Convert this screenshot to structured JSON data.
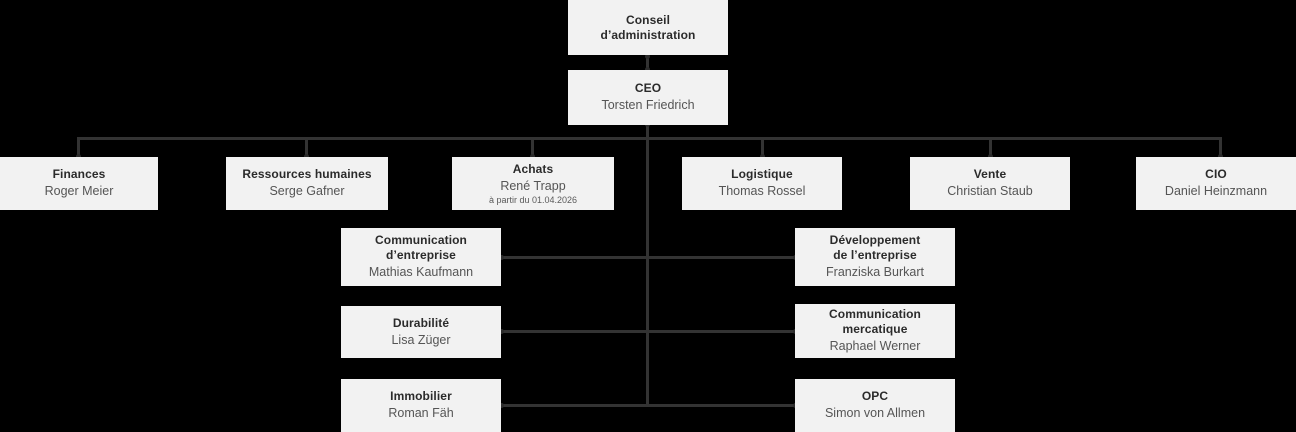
{
  "chart_data": {
    "type": "diagram",
    "diagram_type": "org-chart",
    "title": "",
    "background_color": "#000000",
    "box_color": "#f2f2f2",
    "line_color": "#333333",
    "title_text_color": "#2b2b2b",
    "person_text_color": "#555555",
    "levels": [
      {
        "level": 0,
        "nodes": [
          {
            "id": "board",
            "title": "Conseil d’administration",
            "person": "",
            "note": ""
          }
        ]
      },
      {
        "level": 1,
        "nodes": [
          {
            "id": "ceo",
            "title": "CEO",
            "person": "Torsten Friedrich",
            "note": ""
          }
        ]
      },
      {
        "level": 2,
        "nodes": [
          {
            "id": "finances",
            "title": "Finances",
            "person": "Roger Meier",
            "note": ""
          },
          {
            "id": "rh",
            "title": "Ressources humaines",
            "person": "Serge Gafner",
            "note": ""
          },
          {
            "id": "achats",
            "title": "Achats",
            "person": "René Trapp",
            "note": "à partir du 01.04.2026"
          },
          {
            "id": "logistique",
            "title": "Logistique",
            "person": "Thomas Rossel",
            "note": ""
          },
          {
            "id": "vente",
            "title": "Vente",
            "person": "Christian Staub",
            "note": ""
          },
          {
            "id": "cio",
            "title": "CIO",
            "person": "Daniel Heinzmann",
            "note": ""
          }
        ]
      },
      {
        "level": 3,
        "side": "staff",
        "nodes": [
          {
            "id": "comm-entreprise",
            "title": "Communication d’entreprise",
            "person": "Mathias Kaufmann",
            "note": "",
            "side": "left"
          },
          {
            "id": "dev-entreprise",
            "title": "Développement de l’entreprise",
            "person": "Franziska Burkart",
            "note": "",
            "side": "right"
          },
          {
            "id": "durabilite",
            "title": "Durabilité",
            "person": "Lisa Züger",
            "note": "",
            "side": "left"
          },
          {
            "id": "comm-mercatique",
            "title": "Communication mercatique",
            "person": "Raphael Werner",
            "note": "",
            "side": "right"
          },
          {
            "id": "immobilier",
            "title": "Immobilier",
            "person": "Roman Fäh",
            "note": "",
            "side": "left"
          },
          {
            "id": "opc",
            "title": "OPC",
            "person": "Simon von Allmen",
            "note": "",
            "side": "right"
          }
        ]
      }
    ]
  },
  "nodes": {
    "board": {
      "title_line1": "Conseil",
      "title_line2": "d’administration"
    },
    "ceo": {
      "title": "CEO",
      "person": "Torsten Friedrich"
    },
    "finances": {
      "title": "Finances",
      "person": "Roger Meier"
    },
    "rh": {
      "title": "Ressources humaines",
      "person": "Serge Gafner"
    },
    "achats": {
      "title": "Achats",
      "person": "René Trapp",
      "note": "à partir du 01.04.2026"
    },
    "logistique": {
      "title": "Logistique",
      "person": "Thomas Rossel"
    },
    "vente": {
      "title": "Vente",
      "person": "Christian Staub"
    },
    "cio": {
      "title": "CIO",
      "person": "Daniel Heinzmann"
    },
    "comm_entreprise": {
      "title_line1": "Communication",
      "title_line2": "d’entreprise",
      "person": "Mathias Kaufmann"
    },
    "dev_entreprise": {
      "title_line1": "Développement",
      "title_line2": "de l’entreprise",
      "person": "Franziska Burkart"
    },
    "durabilite": {
      "title": "Durabilité",
      "person": "Lisa Züger"
    },
    "comm_mercatique": {
      "title_line1": "Communication",
      "title_line2": "mercatique",
      "person": "Raphael Werner"
    },
    "immobilier": {
      "title": "Immobilier",
      "person": "Roman Fäh"
    },
    "opc": {
      "title": "OPC",
      "person": "Simon von Allmen"
    }
  }
}
